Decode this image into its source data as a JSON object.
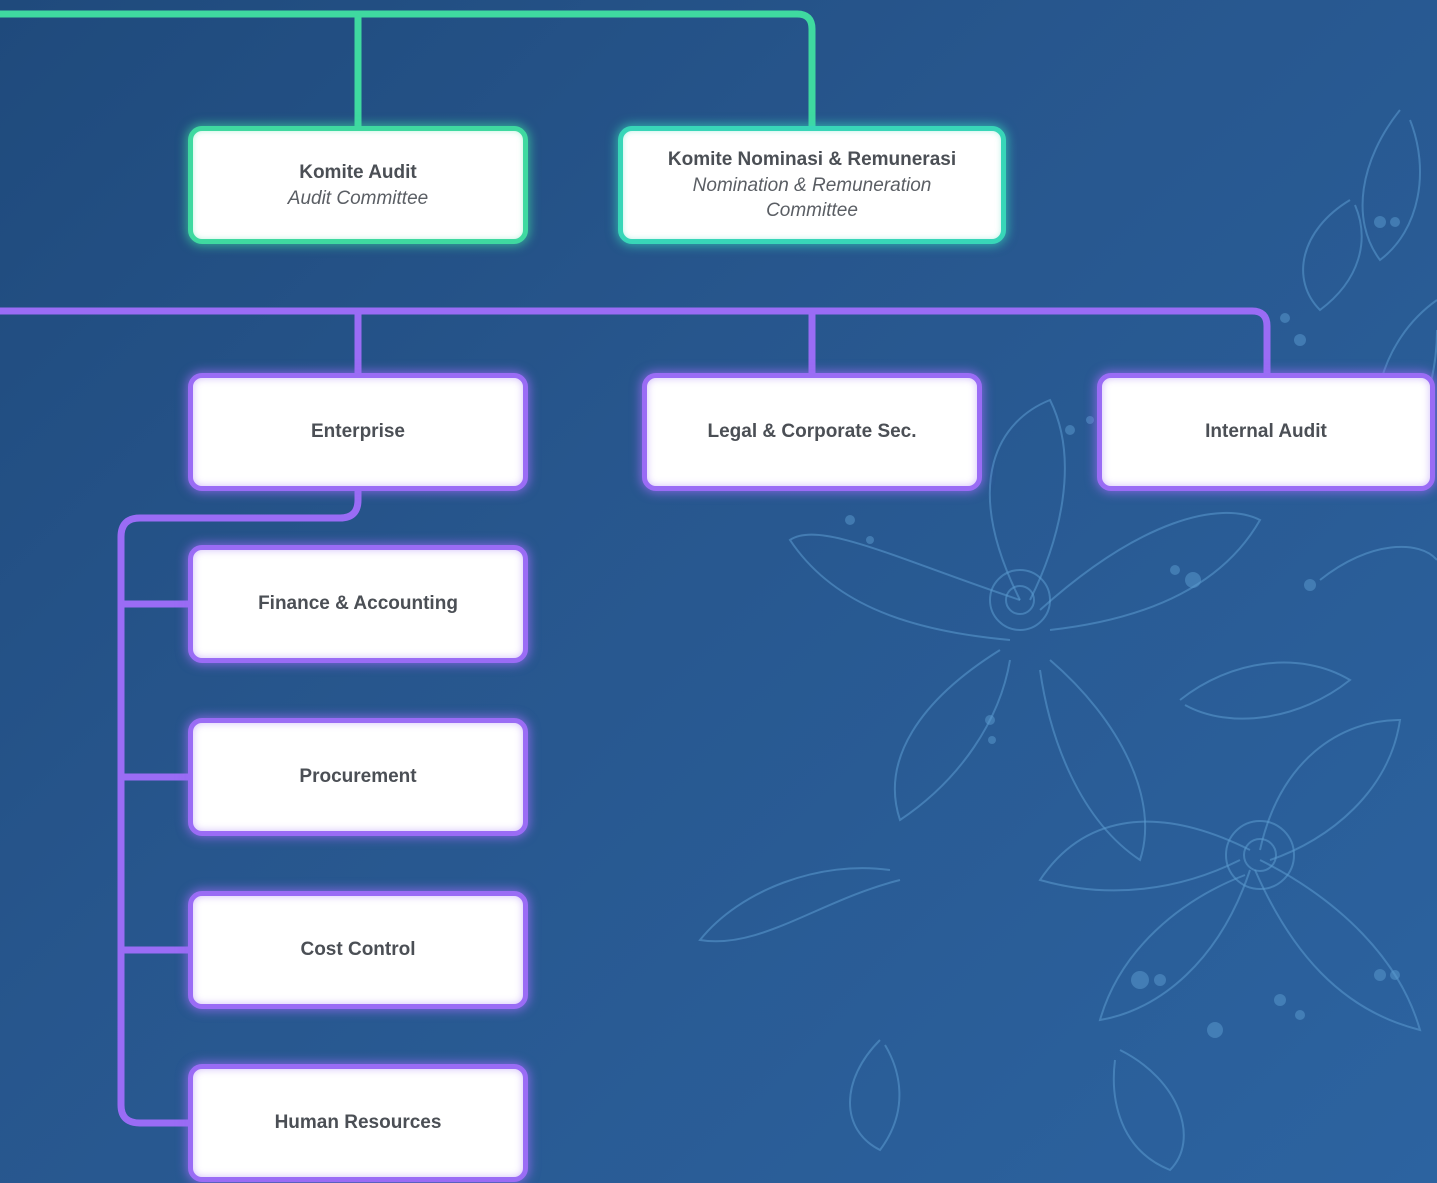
{
  "committees": [
    {
      "title": "Komite Audit",
      "subtitle": "Audit Committee"
    },
    {
      "title": "Komite Nominasi & Remunerasi",
      "subtitle": "Nomination & Remuneration Committee"
    }
  ],
  "units": [
    {
      "title": "Enterprise"
    },
    {
      "title": "Legal & Corporate Sec."
    },
    {
      "title": "Internal Audit"
    }
  ],
  "enterprise_subunits": [
    {
      "title": "Finance & Accounting"
    },
    {
      "title": "Procurement"
    },
    {
      "title": "Cost Control"
    },
    {
      "title": "Human Resources"
    }
  ],
  "colors": {
    "committee_line": "#3fd9a0",
    "unit_line": "#9a6cf5",
    "background": "#27568d",
    "node_fill": "#ffffff",
    "node_text": "#4b4f55"
  }
}
